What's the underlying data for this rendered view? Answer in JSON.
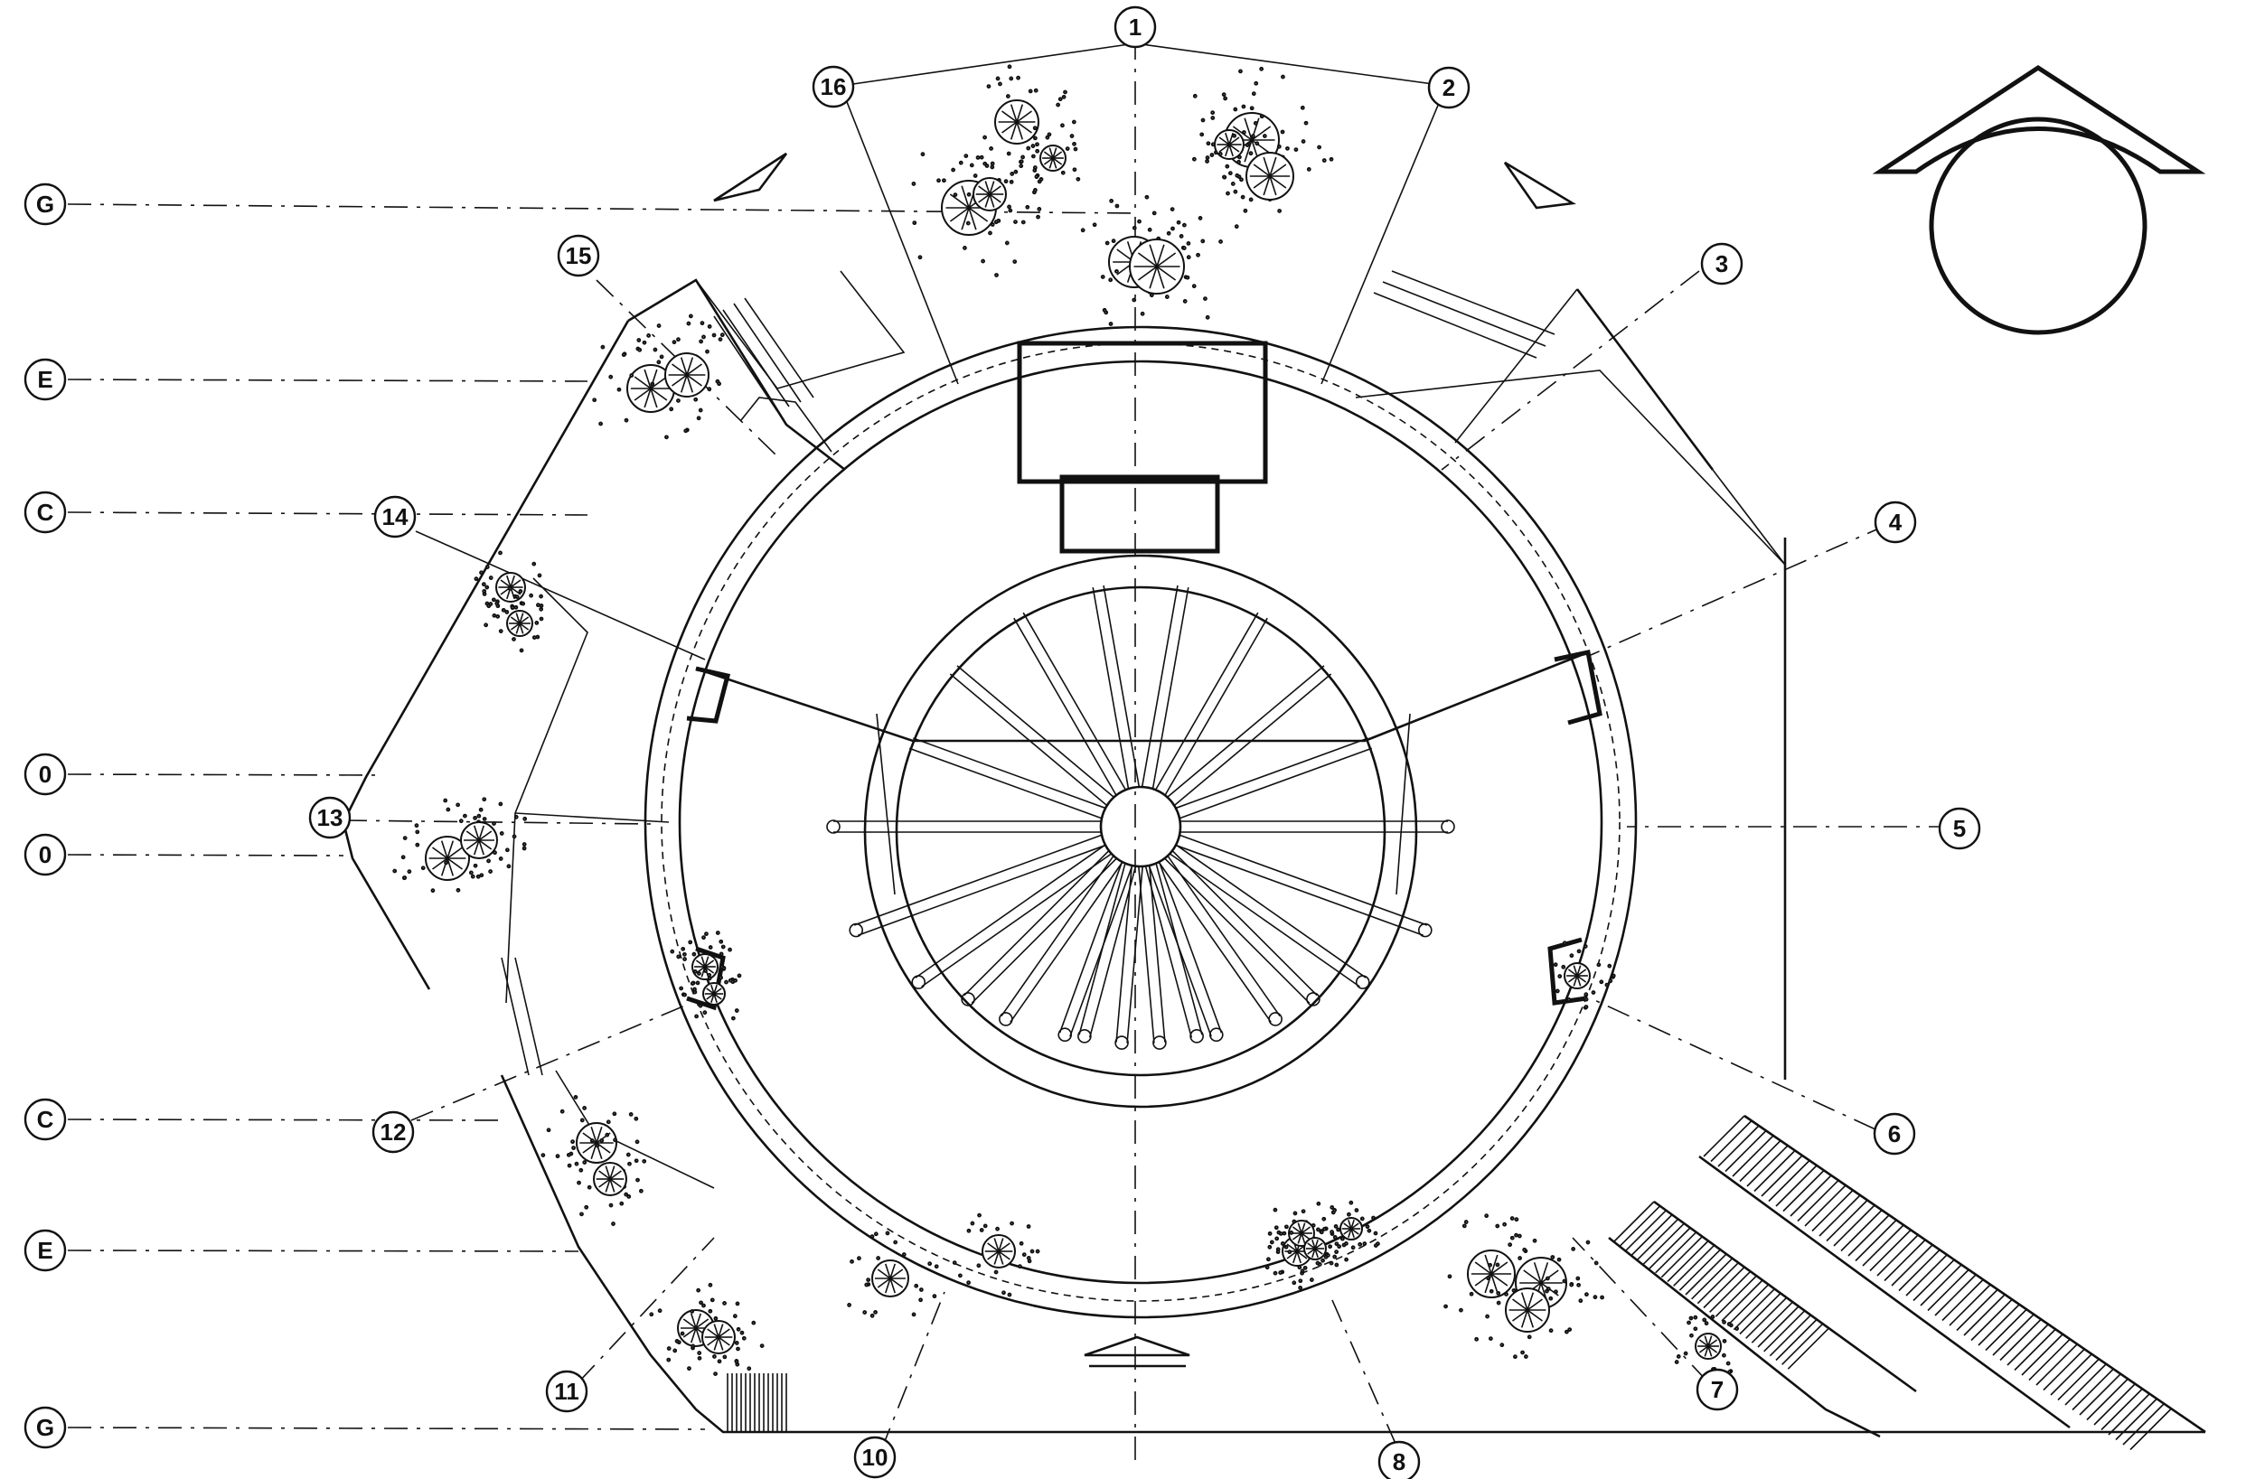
{
  "radial_markers": [
    "1",
    "2",
    "3",
    "4",
    "5",
    "6",
    "7",
    "8",
    "10",
    "11",
    "12",
    "13",
    "14",
    "15",
    "16"
  ],
  "grid_markers": [
    "G",
    "E",
    "C",
    "0",
    "0",
    "C",
    "E",
    "G"
  ]
}
